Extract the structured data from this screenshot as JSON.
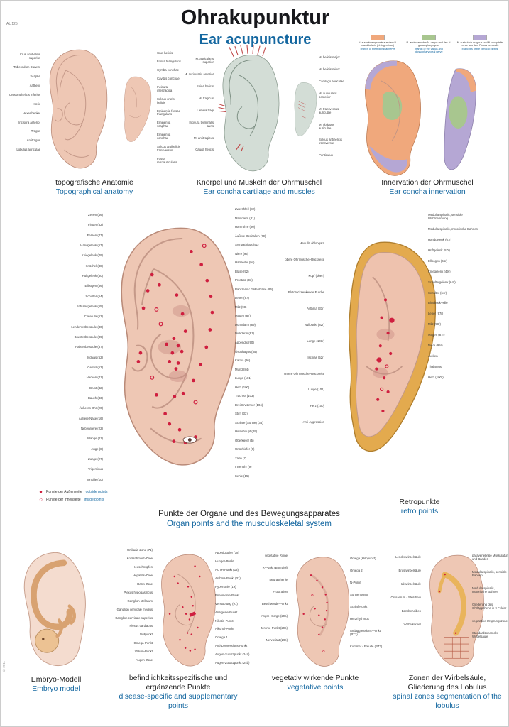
{
  "meta": {
    "code": "AL 125",
    "copyright": "© 2011"
  },
  "header": {
    "title": "Ohrakupunktur",
    "subtitle": "Ear acupuncture"
  },
  "colors": {
    "accent_blue": "#1467a0",
    "point_red": "#cf1f3f",
    "zone_orange": "#f0a87c",
    "zone_green": "#a8c68f",
    "zone_purple": "#b5a7d4",
    "zone_yellow": "#e7b04c"
  },
  "panels": {
    "topo": {
      "caption_de": "topografische Anatomie",
      "caption_en": "Topographical anatomy",
      "labels_left": [
        "Crus antihelicis superius",
        "Tuberculum Darwini",
        "Scapha",
        "Anthelix",
        "Crus antihelicis inferius",
        "Helix",
        "Hexenhenkel",
        "Incisura anterior",
        "Tragus",
        "Antitragus",
        "Lobulus auriculae"
      ],
      "labels_right": [
        "Crus helicis",
        "Fossa triangularis",
        "Cymba conchae",
        "Cavitas conchae",
        "Incisura intertragica",
        "Sulcus cruris helicis",
        "Eminentia fossae triangularis",
        "Eminentia scaphae",
        "Eminentia conchae",
        "Sulcus antihelicis transversus",
        "Fossa retroauricularis"
      ]
    },
    "cartilage": {
      "caption_de": "Knorpel und Muskeln der Ohrmuschel",
      "caption_en": "Ear concha cartilage and muscles",
      "labels_left": [
        "M. auricularis superior",
        "M. auricularis anterior",
        "Spina helicis",
        "M. tragicus",
        "Lamina tragi",
        "Incisura terminalis auris",
        "M. antitragicus",
        "Cauda helicis"
      ],
      "labels_right": [
        "M. helicis major",
        "M. helicis minor",
        "Cartilago auriculae",
        "M. auricularis posterior",
        "M. transversus auriculae",
        "M. obliquus auriculae",
        "Sulcus antihelicis transversus",
        "Ponticulus"
      ]
    },
    "innervation": {
      "caption_de": "Innervation der Ohrmuschel",
      "caption_en": "Ear concha innervation",
      "legend": [
        {
          "color": "#f0a87c",
          "de": "N. auriculotemporalis aus dem N. mandibularis (N. trigeminus)",
          "en": "branch of the trigeminal nerve"
        },
        {
          "color": "#a8c68f",
          "de": "R. auricularis des N. vagus und des N. glossopharyngeus",
          "en": "branch of the vagus and glossopharyngeal nerve"
        },
        {
          "color": "#b5a7d4",
          "de": "N. auricularis magnus und N. occipitalis minor aus dem Plexus cervicalis",
          "en": "branches of the cervical plexus"
        }
      ]
    }
  },
  "main": {
    "organ": {
      "caption_de": "Punkte der Organe und des Bewegungsapparates",
      "caption_en": "Organ points and the musculoskeletal system",
      "labels_left": [
        "Zehen (46)",
        "Finger (62)",
        "Fersen (47)",
        "Handgelenk (67)",
        "Kniegelenk (49)",
        "Knöchel (48)",
        "Hüftgelenk (50)",
        "Ellbogen (66)",
        "Schulter (64)",
        "Schultergelenk (65)",
        "Clavicula (63)",
        "Lendenwirbelsäule (40)",
        "Brustwirbelsäule (39)",
        "Halswirbelsäule (37)",
        "Ischias (52)",
        "Gesäß (53)",
        "Nacken (41)",
        "Brust (42)",
        "Bauch (43)",
        "Äußeres Ohr (20)",
        "Äußere Nase (16)",
        "Nebenniere (22)",
        "Wange (11)",
        "Auge (8)",
        "Zunge (27)",
        "Trigeminus",
        "Tonsille (10)"
      ],
      "labels_right": [
        "Zwerchfell (82)",
        "Mastdarm (81)",
        "Harnröhre (80)",
        "Äußere Genitalien (79)",
        "Sympathikus (51)",
        "Niere (95)",
        "Harnleiter (94)",
        "Blase (92)",
        "Prostata (93)",
        "Pankreas / Gallenblase (96)",
        "Leber (97)",
        "Milz (98)",
        "Magen (87)",
        "Dünndarm (89)",
        "Dickdarm (91)",
        "Appendix (90)",
        "Ösophagus (85)",
        "Kardia (86)",
        "Mund (84)",
        "Lunge (101)",
        "Herz (100)",
        "Trachea (103)",
        "Drei-Erwärmer (104)",
        "Stirn (33)",
        "Schläfe (Sonne) (35)",
        "Hinterhaupt (29)",
        "Oberkiefer (5)",
        "Unterkiefer (6)",
        "Zahn (7)",
        "Innenohr (9)",
        "Kehle (15)"
      ],
      "legend": [
        {
          "symbol": "●",
          "de": "Punkte der Außenseite",
          "en": "outside points"
        },
        {
          "symbol": "○",
          "de": "Punkte der Innenseite",
          "en": "inside points"
        }
      ]
    },
    "retro": {
      "caption_de": "Retropunkte",
      "caption_en": "retro points",
      "labels_left": [
        "Medulla oblongata",
        "obere Ohrmuschel-Rückseite",
        "Kopf (oben)",
        "Blutdrucksenkende Furche",
        "Asthma (31r)",
        "Nullpunkt (82r)",
        "Lunge (101r)",
        "Ischias (52r)",
        "untere Ohrmuschel-Rückseite",
        "Lunge (101)",
        "Herz (100)",
        "Anti-Aggression"
      ],
      "labels_right": [
        "Medulla spinalis, sensible Wahrnehmung",
        "Medulla spinalis, motorische Bahnen",
        "Handgelenk (67r)",
        "Hüftgelenk (57r)",
        "Ellbogen (66r)",
        "Kniegelenk (49r)",
        "Schultergelenk (64r)",
        "Schulter (64r)",
        "Blutdruck-Rille",
        "Leber (97r)",
        "Milz (98r)",
        "Magen (87r)",
        "Niere (95r)",
        "Jucken",
        "Thalamus",
        "Herz (100r)"
      ]
    }
  },
  "bottom": {
    "embryo": {
      "caption_de": "Embryo-Modell",
      "caption_en": "Embryo model"
    },
    "disease": {
      "caption_de": "befindlichkeitsspezifische und ergänzende Punkte",
      "caption_en": "disease-specific and supplementary points",
      "labels_left": [
        "Urtikaria-Zone (71)",
        "Kopfschmerz-Zone",
        "Heuschnupfen",
        "Hepatitis-Zone",
        "Darm-Zone",
        "Plexus hypogastricus",
        "Ganglion stellatum",
        "Ganglion cervicale medius",
        "Ganglion cervicale superius",
        "Plexus cardiacus",
        "Nullpunkt",
        "Omega-Punkt",
        "Valium-Punkt",
        "Augen-Zone"
      ],
      "labels_right": [
        "Appetitzügler (18)",
        "Hunger-Punkt",
        "ACTH-Punkt (13)",
        "Asthma-Punkt (31)",
        "Hypertonie (19)",
        "Pneumonie-Punkt",
        "Verstopfung (91)",
        "Analgesie-Punkt",
        "Nikotin-Punkt",
        "Alkohol-Punkt",
        "Omega 1",
        "Anti-Depressions-Punkt",
        "Augen-Zusatzpunkt (24a)",
        "Augen-Zusatzpunkt (24b)"
      ]
    },
    "vegetative": {
      "caption_de": "vegetativ wirkende Punkte",
      "caption_en": "vegetative points",
      "labels_left": [
        "vegetative Rinne",
        "R-Punkt (Bourdiol)",
        "Neurasthenie",
        "Frustration",
        "Beschwerde-Punkt",
        "Angst / Sorge (29a)",
        "Jerome-Punkt (29b)",
        "Nervosität (29c)"
      ],
      "labels_right": [
        "Omega (Hirnpunkt)",
        "Omega 2",
        "N-Punkt",
        "Sonnenpunkt",
        "Schlaf-Punkt",
        "Herzrhythmus",
        "Antiaggressions-Punkt (PT1)",
        "Kummer / Freude (PT2)"
      ]
    },
    "spinal": {
      "caption_de": "Zonen der Wirbelsäule, Gliederung des Lobulus",
      "caption_en": "spinal zones segmentation of the lobulus",
      "labels_left": [
        "Lendenwirbelsäule",
        "Brustwirbelsäule",
        "Halswirbelsäule",
        "Os sacrum / Steißbein",
        "Bandscheiben",
        "Wirbelkörper"
      ],
      "labels_right": [
        "paravertebrale Muskulatur und Bänder",
        "Medulla spinalis, sensible Bahnen",
        "Medulla spinalis, motorische Bahnen",
        "Gliederung des Ohrläppchens in 9 Felder",
        "vegetative Ursprungszone",
        "Standardzonen der Wirbelsäule"
      ]
    }
  }
}
